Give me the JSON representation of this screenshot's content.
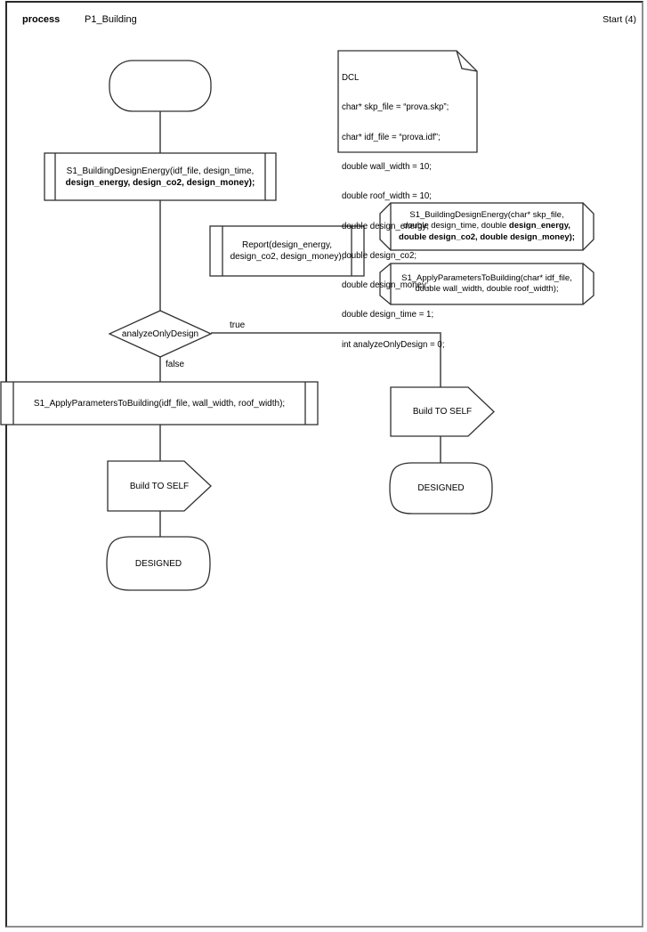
{
  "header": {
    "kind_label": "process",
    "process_name": "P1_Building",
    "page_label": "Start (4)"
  },
  "dcl_text": {
    "lines": [
      "DCL",
      "char* skp_file = “prova.skp”;",
      "char* idf_file = “prova.idf”;",
      "double wall_width = 10;",
      "double roof_width = 10;",
      "double design_energy;",
      "double design_co2;",
      "double design_money;",
      "double design_time = 1;",
      "int analyzeOnlyDesign = 0;"
    ]
  },
  "call_design_energy": {
    "line1": "S1_BuildingDesignEnergy(idf_file, design_time,",
    "line2": "design_energy, design_co2, design_money);"
  },
  "call_report": {
    "line1": "Report(design_energy,",
    "line2": "design_co2, design_money);"
  },
  "decl_design_energy": {
    "line1": "S1_BuildingDesignEnergy(char* skp_file,",
    "line2_normal": "double design_time, double ",
    "line2_bold": "design_energy,",
    "line3": "double design_co2, double design_money);"
  },
  "decl_apply_params": {
    "line1": "S1_ApplyParametersToBuilding(char* idf_file,",
    "line2": "double wall_width, double roof_width);"
  },
  "decision": {
    "label": "analyzeOnlyDesign",
    "branch_true": "true",
    "branch_false": "false"
  },
  "call_apply_params": {
    "label": "S1_ApplyParametersToBuilding(idf_file, wall_width, roof_width);"
  },
  "output_left": {
    "label": "Build TO SELF"
  },
  "state_left": {
    "label": "DESIGNED"
  },
  "output_right": {
    "label": "Build TO SELF"
  },
  "state_right": {
    "label": "DESIGNED"
  },
  "colors": {
    "shape_stroke": "#303030",
    "connector": "#5f5f5f",
    "background": "#ffffff",
    "frame_dark": "#2a2a2a",
    "frame_shadow": "#8e8e8e",
    "text": "#000000"
  }
}
